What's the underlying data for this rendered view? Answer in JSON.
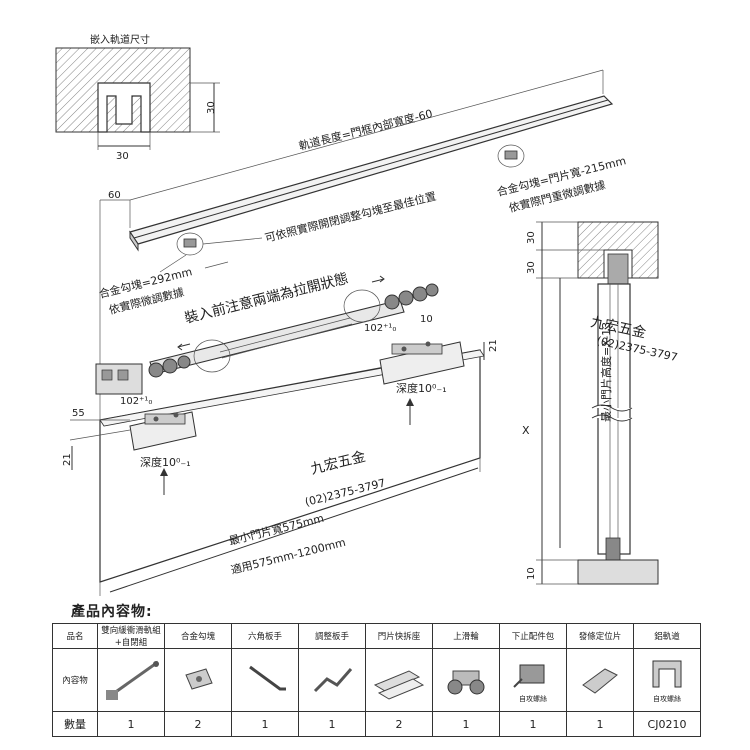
{
  "top_inset": {
    "title": "嵌入軌道尺寸",
    "dim_height": "30",
    "dim_width": "30"
  },
  "main_drawing": {
    "rail_length_label": "軌道長度=門框內部寬度-60",
    "rail_offset_dim": "60",
    "stopper_right_line1": "合金勾塊=門片寬-215mm",
    "stopper_right_line2": "依實際門重微調數據",
    "adjust_hint": "可依照實際開閉調整勾塊至最佳位置",
    "stopper_left_line1": "合金勾塊=292mm",
    "stopper_left_line2": "依實際微調數據",
    "pull_warning": "裝入前注意兩端為拉開狀態",
    "tolerance_a": "102⁺¹₀",
    "tolerance_b": "102⁺¹₀",
    "depth_left": "深度10⁰₋₁",
    "depth_right": "深度10⁰₋₁",
    "dim_55": "55",
    "dim_10": "10",
    "dim_21a": "21",
    "dim_21b": "21",
    "watermark_name": "九宏五金",
    "watermark_phone": "(02)2375-3797",
    "min_door_width": "最小門片寬575mm",
    "applicable_range": "適用575mm-1200mm"
  },
  "side_view": {
    "dim_30a": "30",
    "dim_30b": "30",
    "dim_x": "X",
    "min_height_label": "最小門片高度=X-13",
    "dim_10": "10",
    "watermark_name": "九宏五金",
    "watermark_phone": "(02)2375-3797"
  },
  "contents": {
    "section_title": "產品內容物:",
    "row_labels": {
      "name": "品名",
      "image": "內容物",
      "qty": "數量"
    },
    "items": [
      {
        "name": "雙向緩衝滑軌組+自閉組",
        "qty": "1",
        "icon": "damper-track-icon",
        "caption": ""
      },
      {
        "name": "合金勾塊",
        "qty": "2",
        "icon": "alloy-hook-icon",
        "caption": ""
      },
      {
        "name": "六角板手",
        "qty": "1",
        "icon": "hex-wrench-icon",
        "caption": ""
      },
      {
        "name": "調整板手",
        "qty": "1",
        "icon": "adjust-wrench-icon",
        "caption": ""
      },
      {
        "name": "門片快拆座",
        "qty": "2",
        "icon": "quick-release-mount-icon",
        "caption": ""
      },
      {
        "name": "上滑輪",
        "qty": "1",
        "icon": "roller-wheel-icon",
        "caption": ""
      },
      {
        "name": "下止配件包",
        "qty": "1",
        "icon": "bottom-guide-pack-icon",
        "caption": "自攻螺絲"
      },
      {
        "name": "發條定位片",
        "qty": "1",
        "icon": "spring-locator-icon",
        "caption": ""
      },
      {
        "name": "鋁軌道",
        "qty": "CJ0210",
        "icon": "aluminum-rail-icon",
        "caption": "自攻螺絲"
      }
    ]
  }
}
